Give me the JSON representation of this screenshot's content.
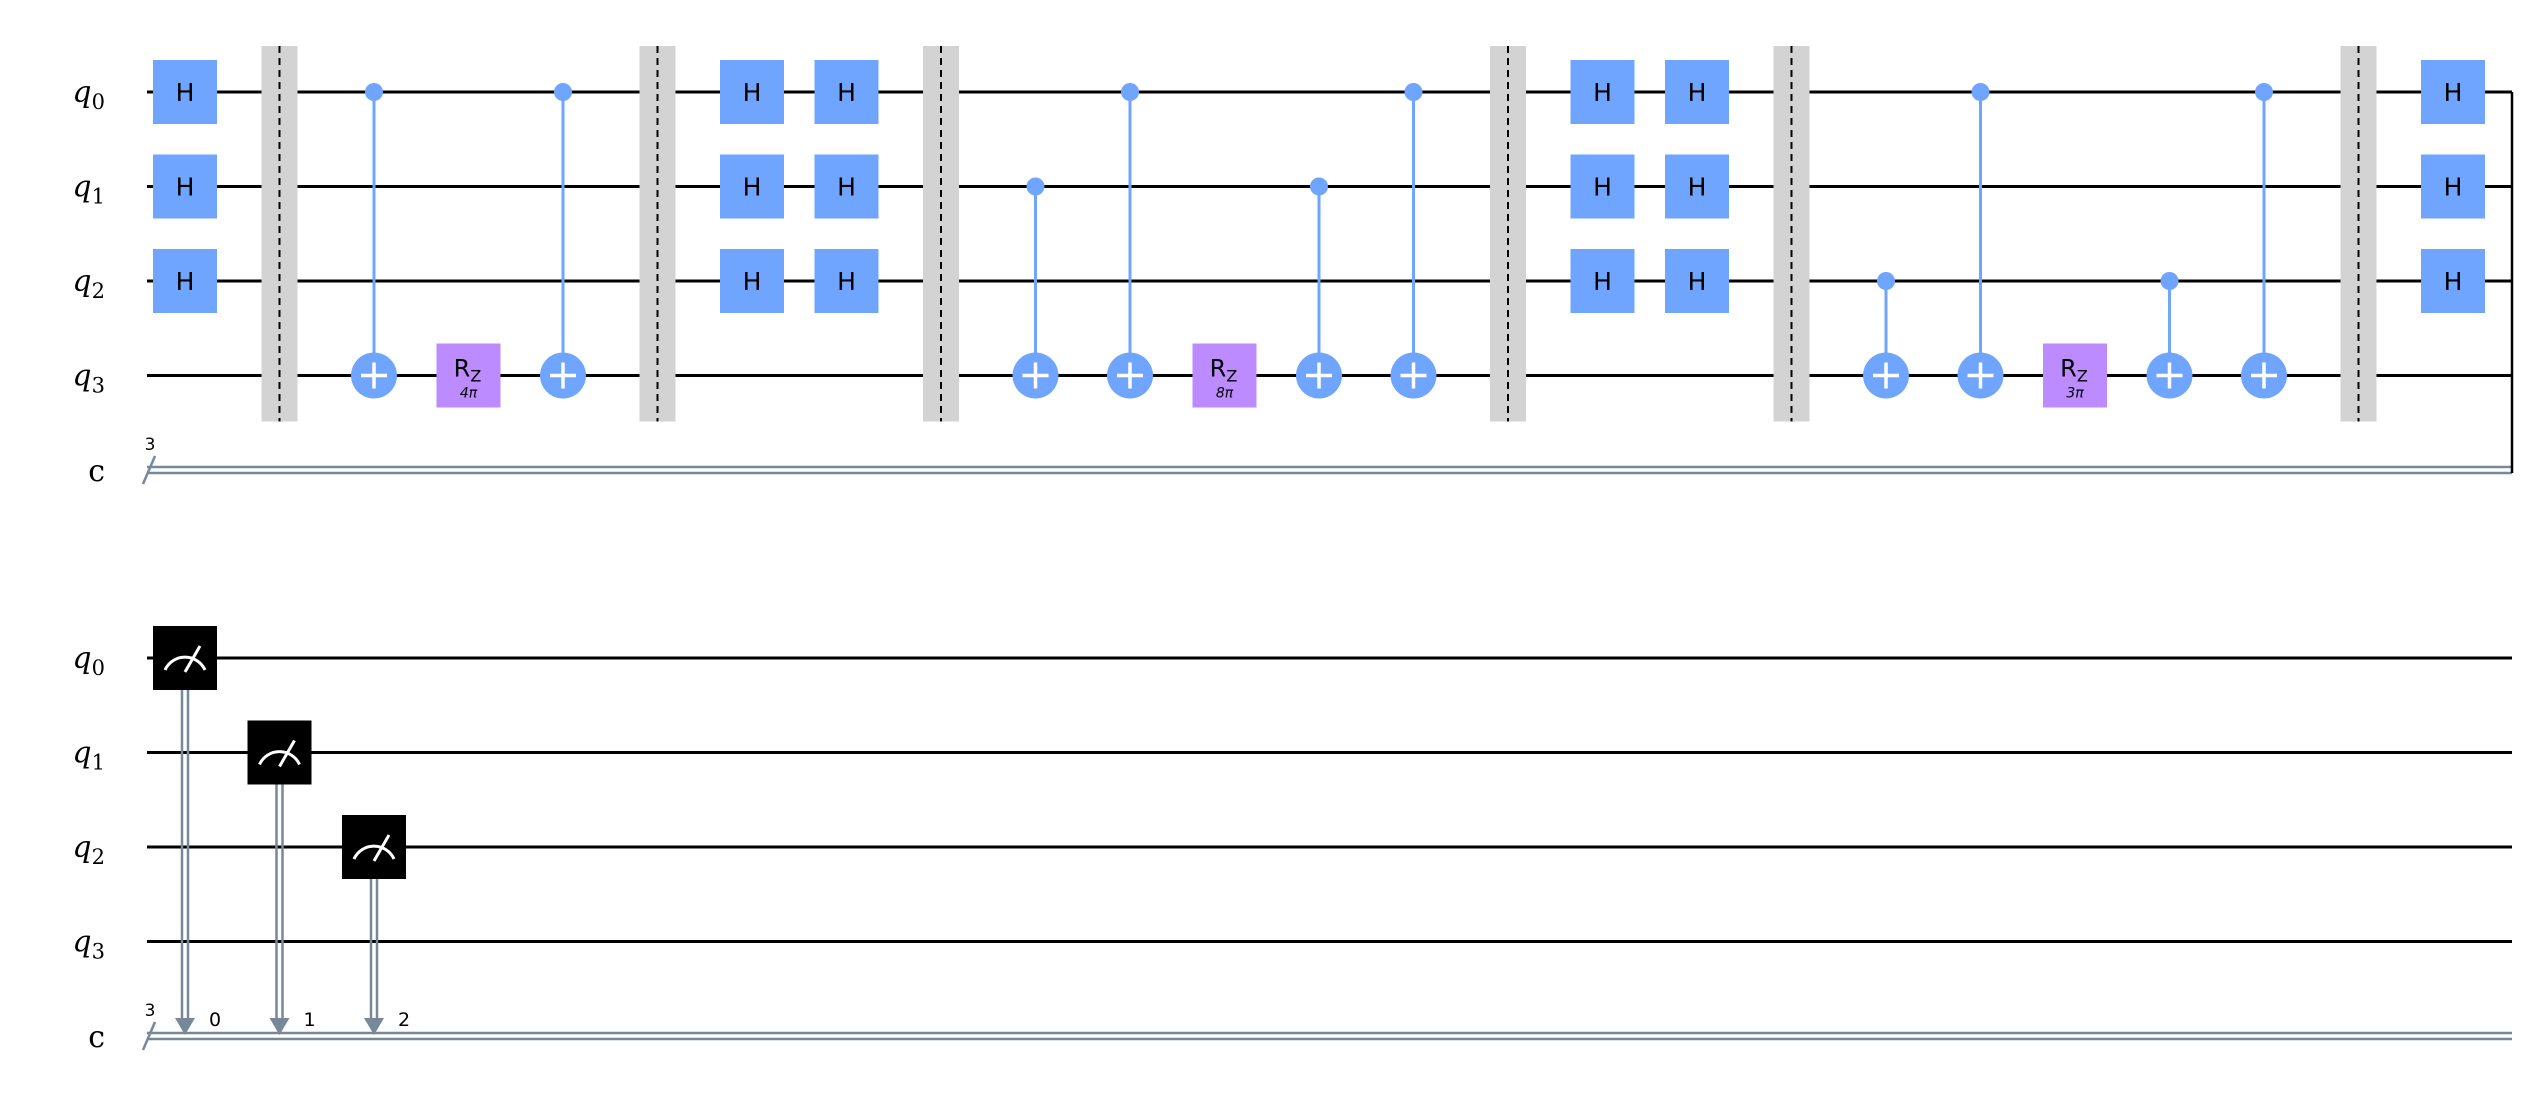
{
  "colors": {
    "h_gate": "#6fa4ff",
    "rz_gate": "#bb8bff",
    "cx": "#6fa4ff",
    "barrier_fill": "#d3d3d3",
    "classical": "#778899",
    "wire": "#000000",
    "measure": "#000000"
  },
  "wires": {
    "qubits": [
      {
        "base": "q",
        "sub": "0"
      },
      {
        "base": "q",
        "sub": "1"
      },
      {
        "base": "q",
        "sub": "2"
      },
      {
        "base": "q",
        "sub": "3"
      }
    ],
    "classical_label": "c",
    "classical_size": "3"
  },
  "rows": [
    {
      "ops": [
        {
          "type": "h",
          "col": 0,
          "qubits": [
            0,
            1,
            2
          ],
          "label": "H"
        },
        {
          "type": "barrier",
          "col": 1
        },
        {
          "type": "cx",
          "col": 2,
          "control": 0,
          "target": 3
        },
        {
          "type": "rz",
          "col": 3,
          "qubit": 3,
          "label": "R",
          "sub": "Z",
          "param": "4π"
        },
        {
          "type": "cx",
          "col": 4,
          "control": 0,
          "target": 3
        },
        {
          "type": "barrier",
          "col": 5
        },
        {
          "type": "h",
          "col": 6,
          "qubits": [
            0,
            1,
            2
          ],
          "label": "H"
        },
        {
          "type": "h",
          "col": 7,
          "qubits": [
            0,
            1,
            2
          ],
          "label": "H"
        },
        {
          "type": "barrier",
          "col": 8
        },
        {
          "type": "cx",
          "col": 9,
          "control": 1,
          "target": 3
        },
        {
          "type": "cx",
          "col": 10,
          "control": 0,
          "target": 3
        },
        {
          "type": "rz",
          "col": 11,
          "qubit": 3,
          "label": "R",
          "sub": "Z",
          "param": "8π"
        },
        {
          "type": "cx",
          "col": 12,
          "control": 1,
          "target": 3
        },
        {
          "type": "cx",
          "col": 13,
          "control": 0,
          "target": 3
        },
        {
          "type": "barrier",
          "col": 14
        },
        {
          "type": "h",
          "col": 15,
          "qubits": [
            0,
            1,
            2
          ],
          "label": "H"
        },
        {
          "type": "h",
          "col": 16,
          "qubits": [
            0,
            1,
            2
          ],
          "label": "H"
        },
        {
          "type": "barrier",
          "col": 17
        },
        {
          "type": "cx",
          "col": 18,
          "control": 2,
          "target": 3
        },
        {
          "type": "cx",
          "col": 19,
          "control": 0,
          "target": 3
        },
        {
          "type": "rz",
          "col": 20,
          "qubit": 3,
          "label": "R",
          "sub": "Z",
          "param": "3π"
        },
        {
          "type": "cx",
          "col": 21,
          "control": 2,
          "target": 3
        },
        {
          "type": "cx",
          "col": 22,
          "control": 0,
          "target": 3
        },
        {
          "type": "barrier",
          "col": 23
        },
        {
          "type": "h",
          "col": 24,
          "qubits": [
            0,
            1,
            2
          ],
          "label": "H"
        }
      ]
    },
    {
      "ops": [
        {
          "type": "measure",
          "col": 0,
          "qubit": 0,
          "clbit": "0"
        },
        {
          "type": "measure",
          "col": 1,
          "qubit": 1,
          "clbit": "1"
        },
        {
          "type": "measure",
          "col": 2,
          "qubit": 2,
          "clbit": "2"
        }
      ]
    }
  ]
}
